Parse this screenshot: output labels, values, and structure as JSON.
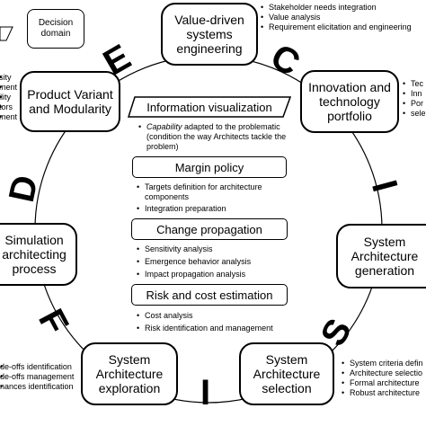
{
  "legend": {
    "decision_domain": "Decision\ndomain"
  },
  "nodes": {
    "value_driven": "Value-driven\nsystems\nengineering",
    "innovation": "Innovation and\ntechnology\nportfolio",
    "product_variant": "Product Variant\nand Modularity",
    "system_generation": "System\nArchitecture\ngeneration",
    "simulation": "Simulation\narchitecting\nprocess",
    "system_exploration": "System\nArchitecture\nexploration",
    "system_selection": "System\nArchitecture\nselection"
  },
  "center": {
    "info_vis": {
      "title": "Information visualization",
      "capability_word": "Capability",
      "capability_rest": " adapted to the problematic (condition the way Architects tackle the problem)"
    },
    "margin_policy": {
      "title": "Margin policy",
      "items": [
        "Targets definition for architecture components",
        "Integration preparation"
      ]
    },
    "change_propagation": {
      "title": "Change propagation",
      "items": [
        "Sensitivity analysis",
        "Emergence behavior analysis",
        "Impact propagation analysis"
      ]
    },
    "risk_cost": {
      "title": "Risk and cost estimation",
      "items": [
        "Cost analysis",
        "Risk identification and management"
      ]
    }
  },
  "lists": {
    "value_driven": [
      "Stakeholder needs integration",
      "Value analysis",
      "Requirement elicitation and engineering"
    ],
    "innovation": [
      "Tec",
      "Inn",
      "Por",
      "sele"
    ],
    "product_variant": [
      "sity",
      "ment",
      "ility",
      "tors",
      "ment"
    ],
    "exploration": [
      "de-offs identification",
      "de-offs management",
      "nances identification"
    ],
    "selection": [
      "System criteria defin",
      "Architecture selectio",
      "Formal architecture",
      "Robust architecture"
    ]
  },
  "letters": {
    "e": "E",
    "c": "C",
    "d": "D",
    "i_right": "I",
    "f": "F",
    "s": "S",
    "i_bottom": "I"
  },
  "colors": {
    "stroke": "#000000",
    "background": "#ffffff"
  }
}
